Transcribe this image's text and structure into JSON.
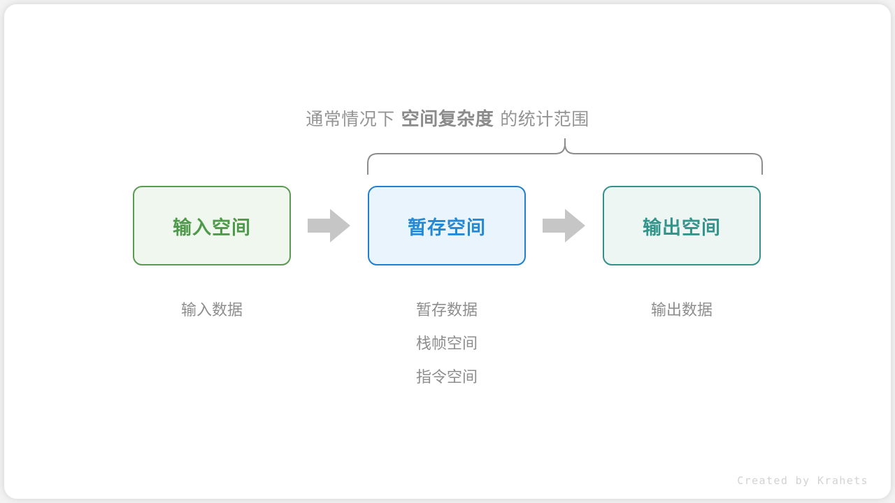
{
  "caption": {
    "prefix": "通常情况下",
    "highlight": "空间复杂度",
    "suffix": "的统计范围"
  },
  "brace": {
    "name": "curly-brace",
    "color": "#8d8d8d"
  },
  "boxes": [
    {
      "id": "input",
      "label": "输入空间",
      "border_color": "#5a9a53",
      "fill_color": "#f0f7ef",
      "text_color": "#4f9a4a"
    },
    {
      "id": "temp",
      "label": "暂存空间",
      "border_color": "#1f7fd0",
      "fill_color": "#e9f4fc",
      "text_color": "#2389d6"
    },
    {
      "id": "output",
      "label": "输出空间",
      "border_color": "#359089",
      "fill_color": "#eef6f4",
      "text_color": "#32948b"
    }
  ],
  "arrows": [
    {
      "id": "arrow-1",
      "icon": "right-arrow-icon",
      "color": "#c6c6c6"
    },
    {
      "id": "arrow-2",
      "icon": "right-arrow-icon",
      "color": "#c6c6c6"
    }
  ],
  "notes": {
    "input": [
      "输入数据"
    ],
    "temp": [
      "暂存数据",
      "栈帧空间",
      "指令空间"
    ],
    "output": [
      "输出数据"
    ]
  },
  "watermark": "Created by Krahets",
  "theme": {
    "page_background": "#f2f2f2",
    "card_background": "#ffffff",
    "muted_text": "#8d8d8d",
    "watermark_color": "#d2d2d2"
  }
}
